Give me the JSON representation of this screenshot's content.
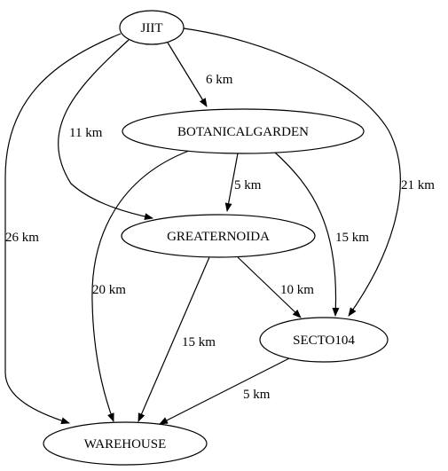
{
  "graph": {
    "nodes": [
      {
        "id": "jiit",
        "label": "JIIT"
      },
      {
        "id": "botanical",
        "label": "BOTANICALGARDEN"
      },
      {
        "id": "greaternoida",
        "label": "GREATERNOIDA"
      },
      {
        "id": "secto104",
        "label": "SECTO104"
      },
      {
        "id": "warehouse",
        "label": "WAREHOUSE"
      }
    ],
    "edges": [
      {
        "id": "jiit-botanical",
        "from": "JIIT",
        "to": "BOTANICALGARDEN",
        "label": "6 km"
      },
      {
        "id": "jiit-greaternoida",
        "from": "JIIT",
        "to": "GREATERNOIDA",
        "label": "11 km"
      },
      {
        "id": "jiit-secto104",
        "from": "JIIT",
        "to": "SECTO104",
        "label": "21 km"
      },
      {
        "id": "jiit-warehouse",
        "from": "JIIT",
        "to": "WAREHOUSE",
        "label": "26 km"
      },
      {
        "id": "botanical-greaternoida",
        "from": "BOTANICALGARDEN",
        "to": "GREATERNOIDA",
        "label": "5 km"
      },
      {
        "id": "botanical-secto104",
        "from": "BOTANICALGARDEN",
        "to": "SECTO104",
        "label": "15 km"
      },
      {
        "id": "botanical-warehouse",
        "from": "BOTANICALGARDEN",
        "to": "WAREHOUSE",
        "label": "20 km"
      },
      {
        "id": "greaternoida-secto104",
        "from": "GREATERNOIDA",
        "to": "SECTO104",
        "label": "10 km"
      },
      {
        "id": "greaternoida-warehouse",
        "from": "GREATERNOIDA",
        "to": "WAREHOUSE",
        "label": "15 km"
      },
      {
        "id": "secto104-warehouse",
        "from": "SECTO104",
        "to": "WAREHOUSE",
        "label": "5 km"
      }
    ]
  }
}
